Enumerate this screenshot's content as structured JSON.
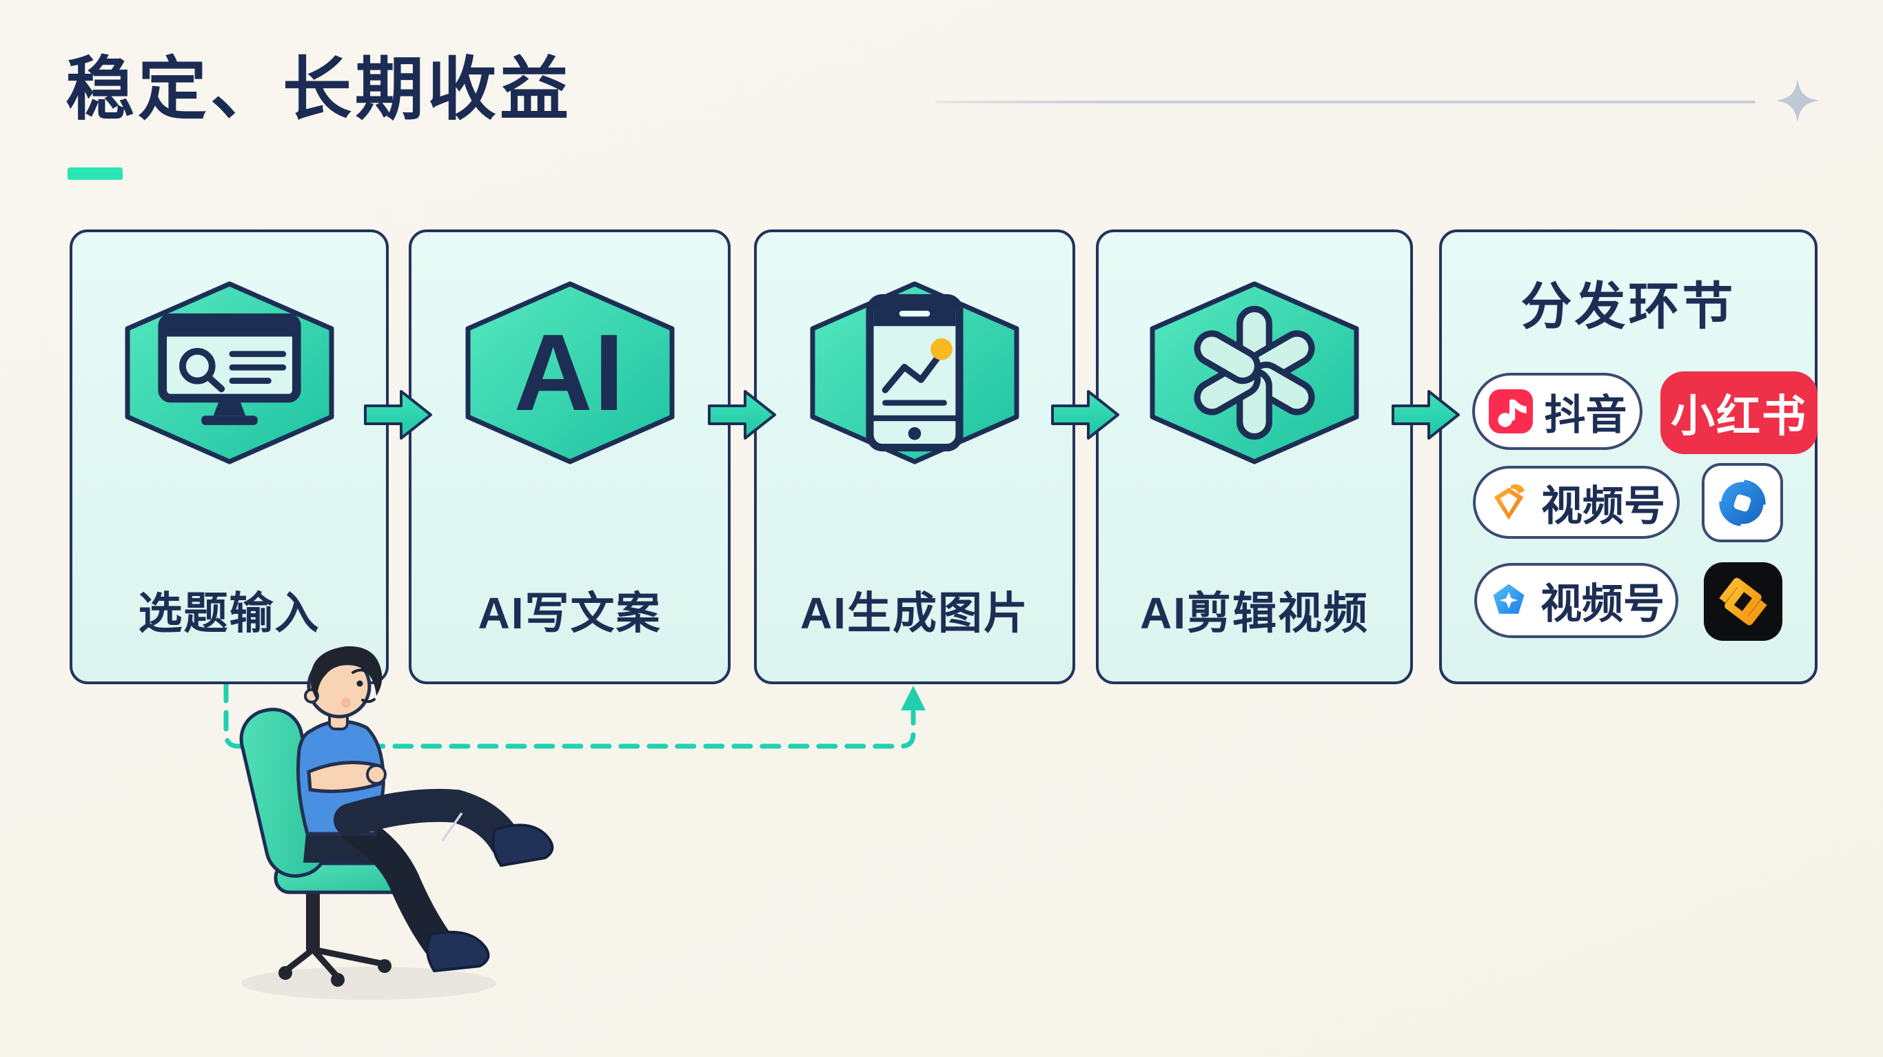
{
  "slide": {
    "title": "稳定、长期收益",
    "colors": {
      "background": "#f7f4ec",
      "navy": "#1d2e55",
      "teal": "#2ae5b2",
      "card_bg": "#e3f7f3",
      "xiaohongshu_red": "#ee3049",
      "douyin_red": "#fb2c4f",
      "orange": "#f7a21b",
      "blue": "#2b7fe0"
    }
  },
  "flow": {
    "steps": [
      {
        "label": "选题输入",
        "icon": "monitor-search-icon"
      },
      {
        "label": "AI写文案",
        "icon": "ai-badge-icon",
        "icon_text": "AI"
      },
      {
        "label": "AI生成图片",
        "icon": "phone-chart-icon"
      },
      {
        "label": "AI剪辑视频",
        "icon": "openai-knot-icon"
      }
    ]
  },
  "distribution": {
    "title": "分发环节",
    "row1": {
      "pill_label": "抖音",
      "red_badge_label": "小红书"
    },
    "row2": {
      "pill_label": "视频号"
    },
    "row3": {
      "pill_label": "视频号"
    }
  }
}
